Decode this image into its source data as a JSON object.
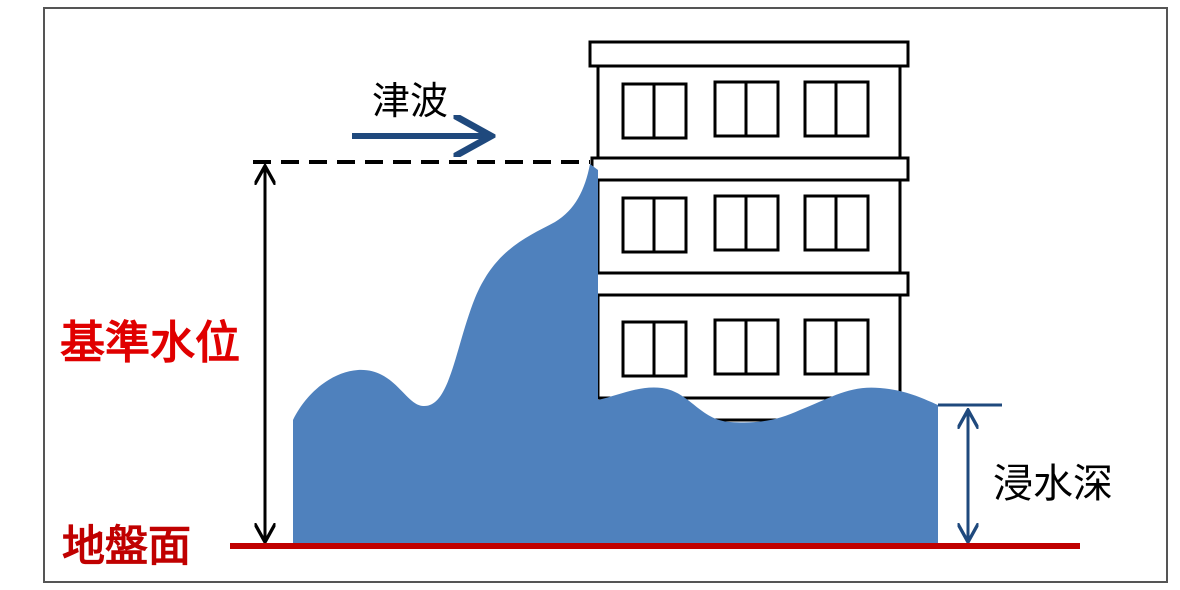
{
  "labels": {
    "tsunami": "津波",
    "reference_water_level": "基準水位",
    "inundation_depth": "浸水深",
    "ground_surface": "地盤面"
  },
  "colors": {
    "water": "#4f81bd",
    "arrow_blue": "#1f497d",
    "ground_red": "#c00000",
    "label_red": "#e00000",
    "outline": "#000000"
  },
  "icons": {
    "tsunami_arrow": "right-arrow-icon",
    "level_arrow": "double-headed-vertical-arrow-icon",
    "depth_arrow": "double-headed-vertical-arrow-icon"
  }
}
